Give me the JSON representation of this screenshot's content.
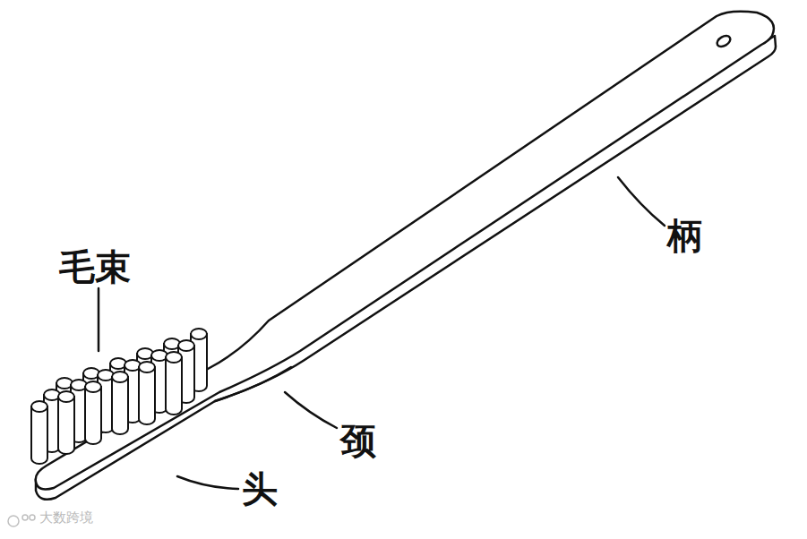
{
  "diagram": {
    "labels": [
      "毛束",
      "柄",
      "颈",
      "头",
      "大数跨境"
    ]
  }
}
